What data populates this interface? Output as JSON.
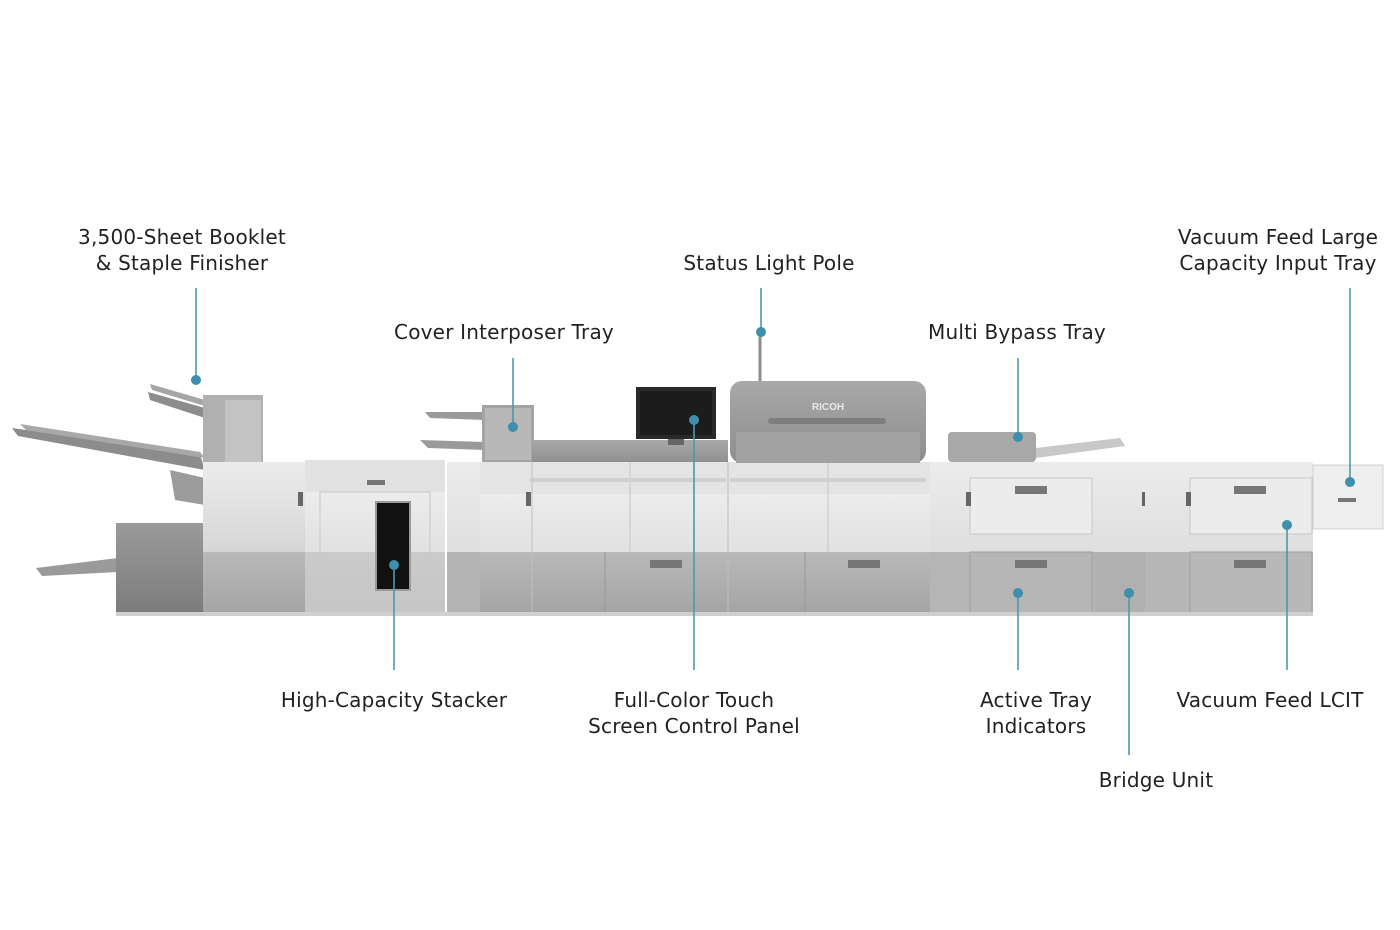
{
  "brand": {
    "logo_text": "RICOH"
  },
  "colors": {
    "leader": "#4d98b0",
    "dot": "#3d8fab",
    "label": "#222222"
  },
  "callouts": [
    {
      "id": "booklet-finisher",
      "lines": [
        "3,500-Sheet Booklet",
        "& Staple Finisher"
      ]
    },
    {
      "id": "cover-interposer",
      "lines": [
        "Cover Interposer Tray"
      ]
    },
    {
      "id": "status-light",
      "lines": [
        "Status Light Pole"
      ]
    },
    {
      "id": "multi-bypass",
      "lines": [
        "Multi Bypass Tray"
      ]
    },
    {
      "id": "vacuum-large",
      "lines": [
        "Vacuum Feed Large",
        "Capacity Input Tray"
      ]
    },
    {
      "id": "high-capacity-stacker",
      "lines": [
        "High-Capacity Stacker"
      ]
    },
    {
      "id": "touch-panel",
      "lines": [
        "Full-Color Touch",
        "Screen Control Panel"
      ]
    },
    {
      "id": "active-tray",
      "lines": [
        "Active Tray",
        "Indicators"
      ]
    },
    {
      "id": "vacuum-lcit",
      "lines": [
        "Vacuum Feed LCIT"
      ]
    },
    {
      "id": "bridge-unit",
      "lines": [
        "Bridge Unit"
      ]
    }
  ]
}
